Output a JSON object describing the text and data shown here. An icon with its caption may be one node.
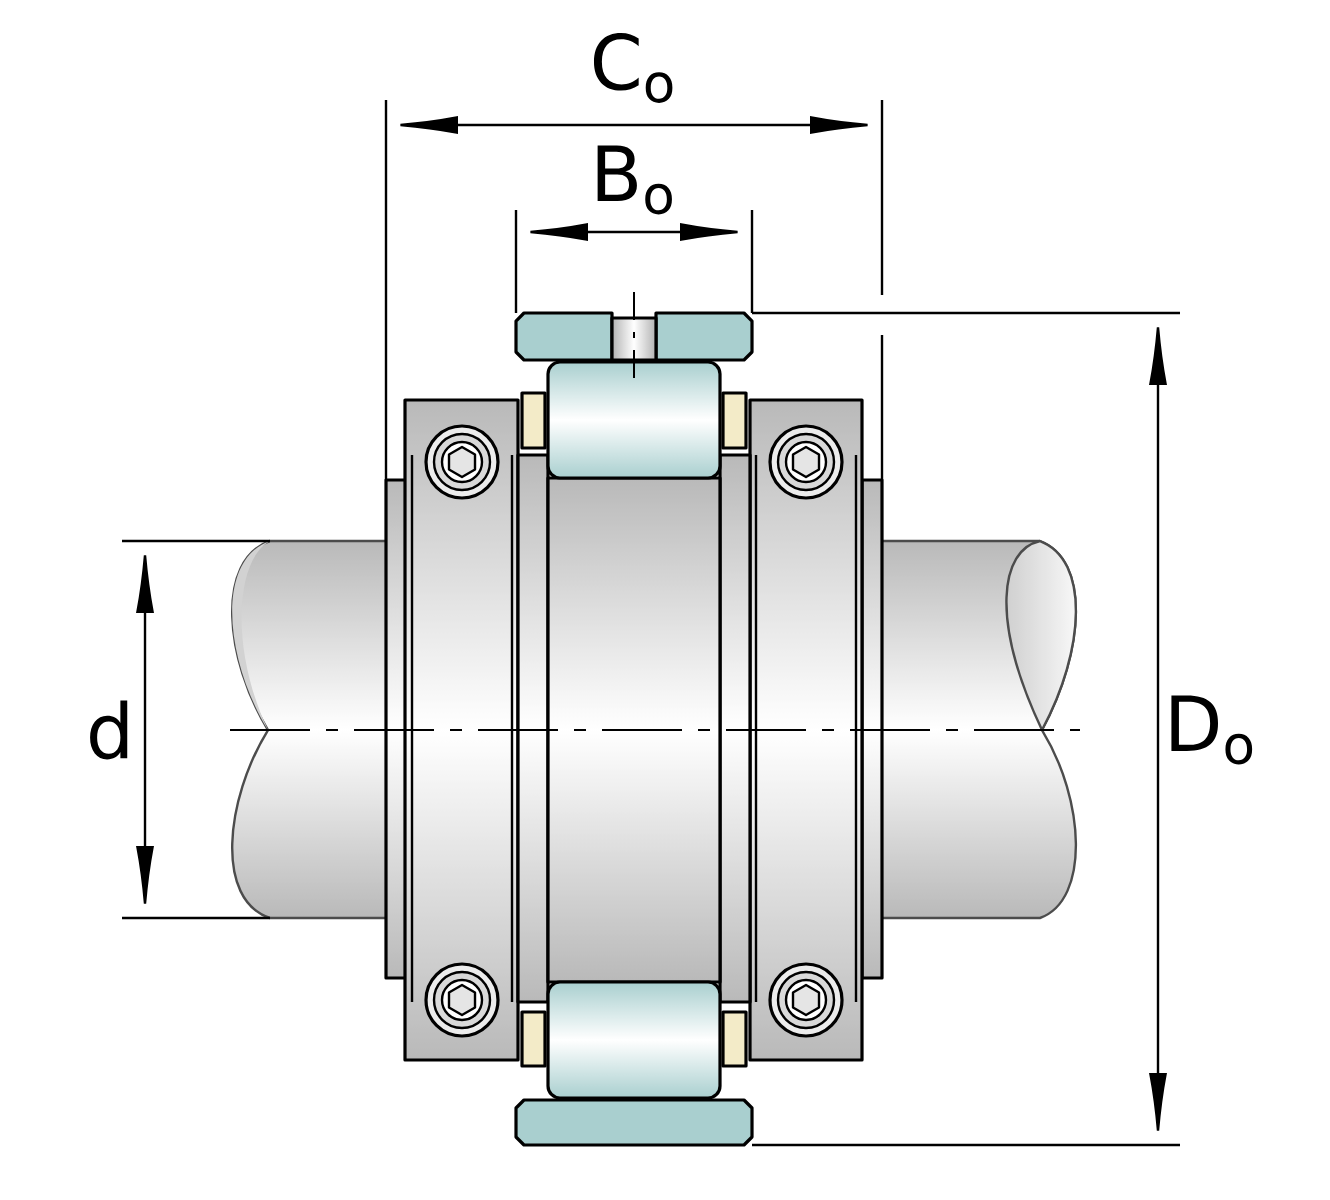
{
  "diagram": {
    "labels": [
      "C$_{o}$",
      "B$_{o}$",
      "d",
      "D$_{o}$"
    ]
  }
}
